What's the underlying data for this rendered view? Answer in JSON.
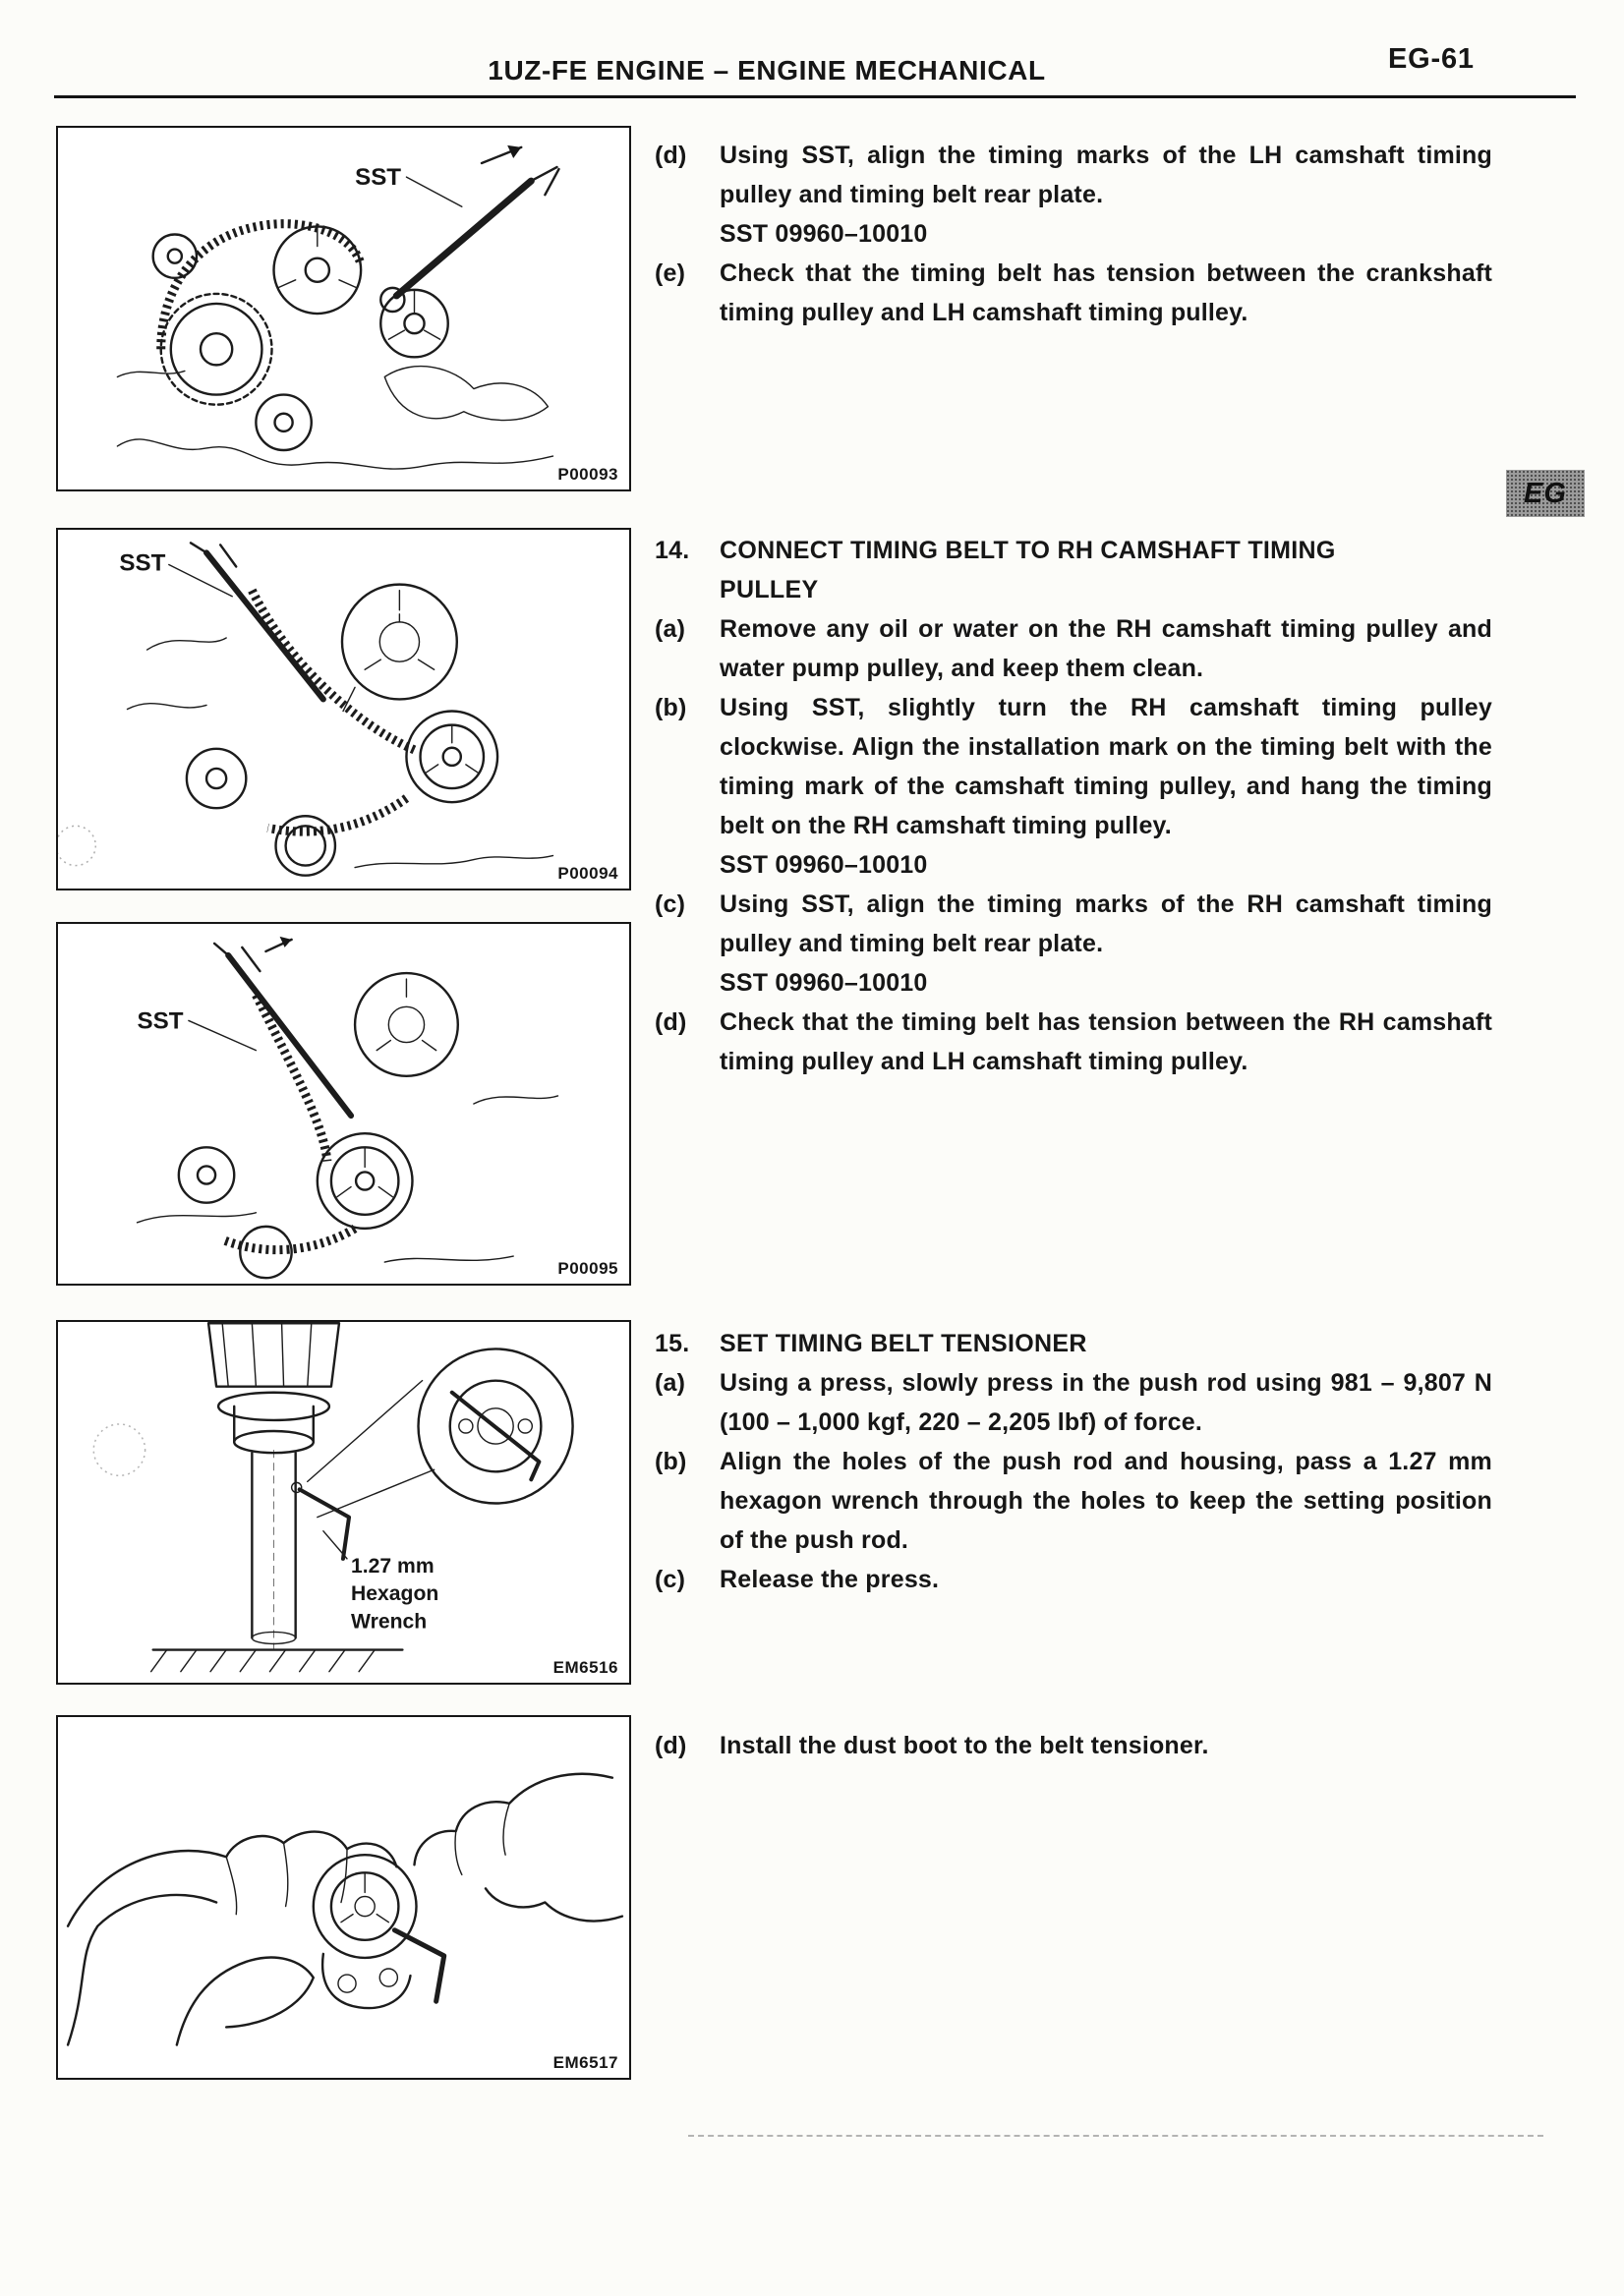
{
  "header": {
    "title": "1UZ-FE ENGINE  –  ENGINE MECHANICAL",
    "page_number": "EG-61",
    "edge_tab": "EG"
  },
  "figures": [
    {
      "code": "P00093",
      "sst_label": "SST"
    },
    {
      "code": "P00094",
      "sst_label": "SST"
    },
    {
      "code": "P00095",
      "sst_label": "SST"
    },
    {
      "code": "EM6516",
      "label_lines": [
        "1.27 mm",
        "Hexagon",
        "Wrench"
      ]
    },
    {
      "code": "EM6517"
    }
  ],
  "steps": [
    {
      "items": [
        {
          "marker": "(d)",
          "text": "Using SST, align the timing marks of the LH camshaft timing pulley and timing belt rear plate.",
          "sst": "SST 09960–10010"
        },
        {
          "marker": "(e)",
          "text": "Check that the timing belt has tension between the crankshaft timing pulley and LH camshaft timing pulley."
        }
      ]
    },
    {
      "number": "14.",
      "title": "CONNECT TIMING BELT TO RH CAMSHAFT TIMING PULLEY",
      "items": [
        {
          "marker": "(a)",
          "text": "Remove any oil or water on the RH camshaft timing pulley and water pump pulley, and keep them clean."
        },
        {
          "marker": "(b)",
          "text": "Using SST, slightly turn the RH camshaft timing pulley clockwise. Align the installation mark on the timing belt with the timing mark of the camshaft timing pulley, and hang the timing belt on the RH camshaft timing pulley.",
          "sst": "SST 09960–10010"
        },
        {
          "marker": "(c)",
          "text": "Using SST, align the timing marks of the RH camshaft timing pulley and timing belt rear plate.",
          "sst": "SST 09960–10010"
        },
        {
          "marker": "(d)",
          "text": "Check that the timing belt has tension between the RH camshaft timing pulley and LH camshaft timing pulley."
        }
      ]
    },
    {
      "number": "15.",
      "title": "SET TIMING BELT TENSIONER",
      "items": [
        {
          "marker": "(a)",
          "text": "Using a press, slowly press in the push rod using 981 – 9,807 N (100 – 1,000 kgf, 220 – 2,205 lbf) of force."
        },
        {
          "marker": "(b)",
          "text": "Align the holes of the push rod and housing, pass a 1.27 mm hexagon wrench through the holes to keep the setting position of the push rod."
        },
        {
          "marker": "(c)",
          "text": "Release the press."
        }
      ]
    },
    {
      "items": [
        {
          "marker": "(d)",
          "text": "Install the dust boot to the belt tensioner."
        }
      ]
    }
  ]
}
